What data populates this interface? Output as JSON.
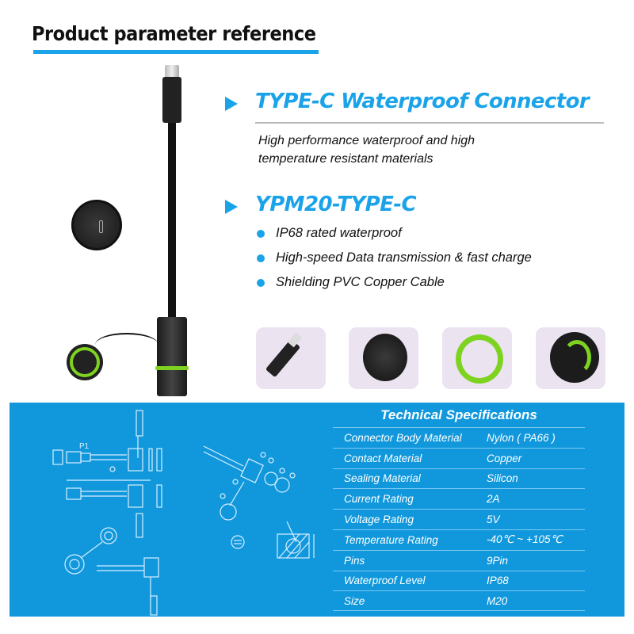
{
  "header": {
    "title": "Product parameter reference"
  },
  "product": {
    "heading": "TYPE-C Waterproof Connector",
    "description_lines": [
      "High performance waterproof and high",
      "temperature resistant materials"
    ],
    "model": "YPM20-TYPE-C",
    "features": [
      "IP68 rated waterproof",
      "High-speed Data transmission & fast charge",
      "Shielding PVC Copper Cable"
    ]
  },
  "thumbnails": [
    {
      "label": "type-c-plug"
    },
    {
      "label": "socket-face"
    },
    {
      "label": "green-o-ring"
    },
    {
      "label": "dust-cap"
    }
  ],
  "drawing": {
    "label": "P1"
  },
  "specs": {
    "title": "Technical Specifications",
    "rows": [
      {
        "key": "Connector Body Material",
        "value": "Nylon ( PA66 )"
      },
      {
        "key": "Contact Material",
        "value": "Copper"
      },
      {
        "key": "Sealing Material",
        "value": "Silicon"
      },
      {
        "key": "Current Rating",
        "value": "2A"
      },
      {
        "key": "Voltage Rating",
        "value": "5V"
      },
      {
        "key": "Temperature Rating",
        "value": "-40℃ ~ +105℃"
      },
      {
        "key": "Pins",
        "value": "9Pin"
      },
      {
        "key": "Waterproof Level",
        "value": "IP68"
      },
      {
        "key": "Size",
        "value": "M20"
      }
    ]
  },
  "colors": {
    "accent_blue": "#1aa3e8",
    "panel_blue": "#1198dc",
    "accent_green": "#7ed321",
    "thumb_bg": "#ece3f1"
  }
}
